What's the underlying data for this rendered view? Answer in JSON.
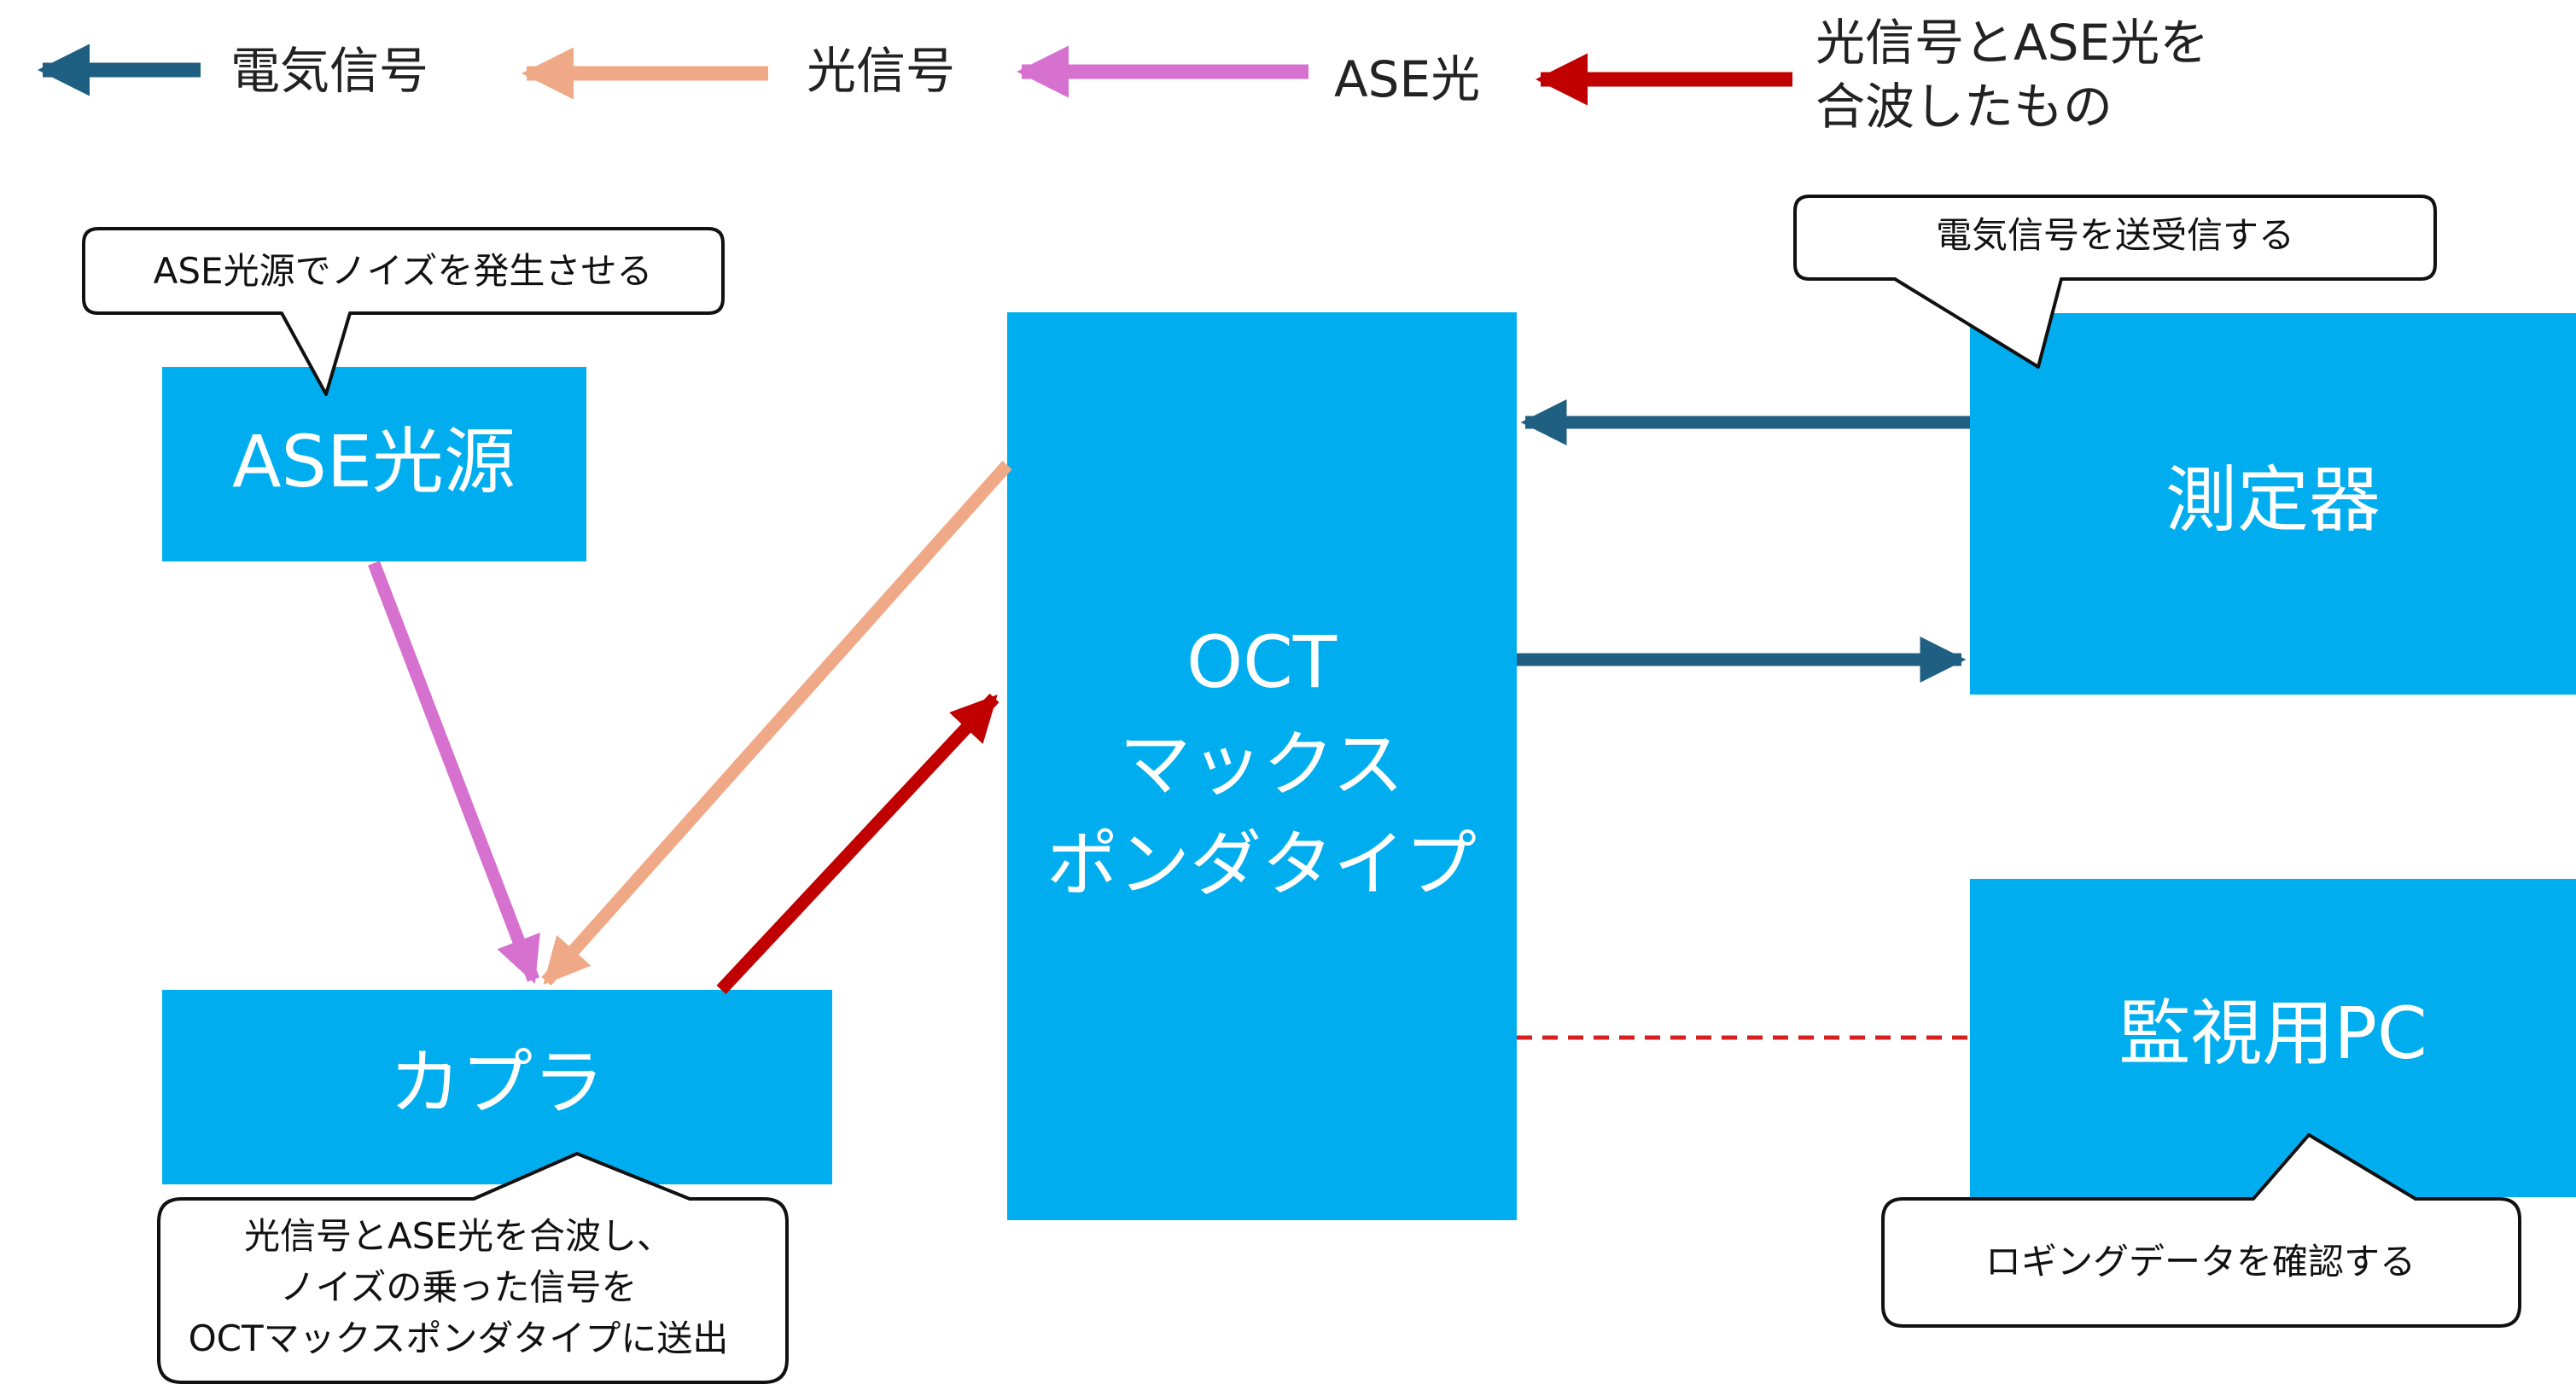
{
  "colors": {
    "electrical": "#1f5f82",
    "optical": "#f0a987",
    "ase": "#d771cf",
    "combined": "#c00000",
    "box_fill": "#00aeef",
    "dashed_link": "#d62020"
  },
  "legend": [
    {
      "key": "electrical",
      "label": "電気信号"
    },
    {
      "key": "optical",
      "label": "光信号"
    },
    {
      "key": "ase",
      "label": "ASE光"
    },
    {
      "key": "combined",
      "label_lines": [
        "光信号とASE光を",
        "合波したもの"
      ]
    }
  ],
  "boxes": {
    "ase_source": {
      "label": "ASE光源"
    },
    "coupler": {
      "label": "カプラ"
    },
    "oct": {
      "label_lines": [
        "OCT",
        "マックス",
        "ポンダタイプ"
      ]
    },
    "meter": {
      "label": "測定器"
    },
    "monitor_pc": {
      "label": "監視用PC"
    }
  },
  "callouts": {
    "ase_source": {
      "lines": [
        "ASE光源でノイズを発生させる"
      ]
    },
    "meter": {
      "lines": [
        "電気信号を送受信する"
      ]
    },
    "coupler": {
      "lines": [
        "光信号とASE光を合波し、",
        "ノイズの乗った信号を",
        "OCTマックスポンダタイプに送出"
      ]
    },
    "monitor_pc": {
      "lines": [
        "ロギングデータを確認する"
      ]
    }
  }
}
